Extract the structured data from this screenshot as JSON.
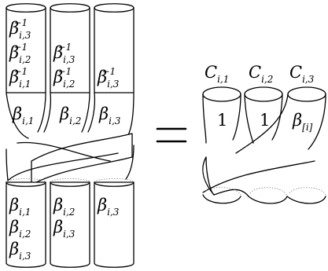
{
  "left": {
    "top_cylinders": [
      [
        "β_{i,3}^{-1}",
        "β_{i,2}^{-1}",
        "β_{i,1}^{-1}"
      ],
      [
        "β_{i,3}^{-1}",
        "β_{i,2}^{-1}"
      ],
      [
        "β_{i,3}^{-1}"
      ]
    ],
    "braid_labels": [
      "β_{i,1}",
      "β_{i,2}",
      "β_{i,3}"
    ],
    "bottom_cylinders": [
      [
        "β_{i,1}",
        "β_{i,2}",
        "β_{i,3}"
      ],
      [
        "β_{i,2}",
        "β_{i,3}"
      ],
      [
        "β_{i,3}"
      ]
    ]
  },
  "equals": "=",
  "right": {
    "top_labels": [
      "C_{i,1}",
      "C_{i,2}",
      "C_{i,3}"
    ],
    "tube_labels": [
      "1",
      "1",
      "β_{[i]}"
    ]
  }
}
